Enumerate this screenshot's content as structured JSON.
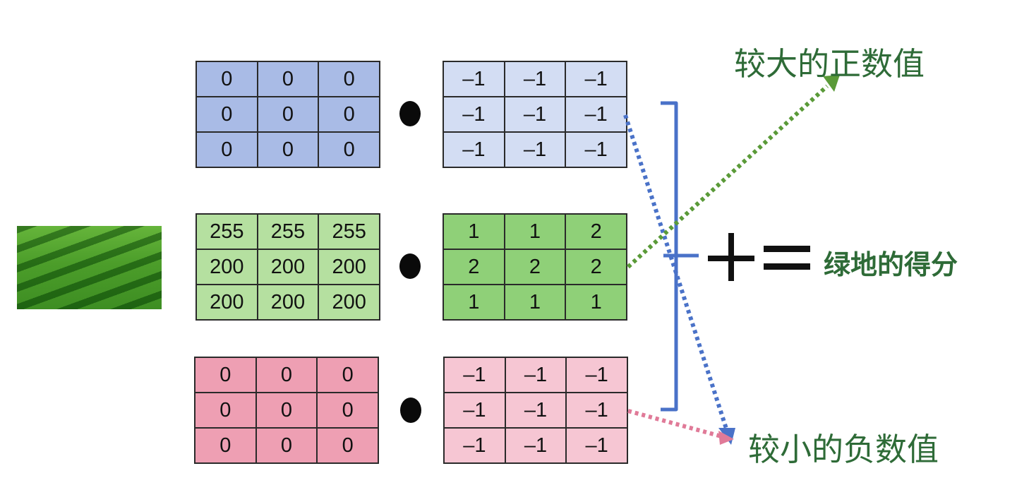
{
  "title": "Convolution filter score for grass region",
  "image": {
    "name": "grass-field-image",
    "alt": "green grass lawn"
  },
  "rows": [
    {
      "channel": "blue",
      "input": [
        [
          "0",
          "0",
          "0"
        ],
        [
          "0",
          "0",
          "0"
        ],
        [
          "0",
          "0",
          "0"
        ]
      ],
      "kernel": [
        [
          "–1",
          "–1",
          "–1"
        ],
        [
          "–1",
          "–1",
          "–1"
        ],
        [
          "–1",
          "–1",
          "–1"
        ]
      ],
      "input_color": "#a9bbe6",
      "kernel_color": "#d3ddf3"
    },
    {
      "channel": "green",
      "input": [
        [
          "255",
          "255",
          "255"
        ],
        [
          "200",
          "200",
          "200"
        ],
        [
          "200",
          "200",
          "200"
        ]
      ],
      "kernel": [
        [
          "1",
          "1",
          "2"
        ],
        [
          "2",
          "2",
          "2"
        ],
        [
          "1",
          "1",
          "1"
        ]
      ],
      "input_color": "#b5e0a0",
      "kernel_color": "#8fd078"
    },
    {
      "channel": "red",
      "input": [
        [
          "0",
          "0",
          "0"
        ],
        [
          "0",
          "0",
          "0"
        ],
        [
          "0",
          "0",
          "0"
        ]
      ],
      "kernel": [
        [
          "–1",
          "–1",
          "–1"
        ],
        [
          "–1",
          "–1",
          "–1"
        ],
        [
          "–1",
          "–1",
          "–1"
        ]
      ],
      "input_color": "#ee9fb3",
      "kernel_color": "#f6c6d3"
    }
  ],
  "operators": {
    "plus": "+",
    "equals": "="
  },
  "labels": {
    "positive": "较大的正数值",
    "negative": "较小的负数值",
    "result": "绿地的得分"
  },
  "colors": {
    "bracket": "#4a72c8",
    "blue_arrow": "#4a72c8",
    "green_arrow": "#5a9a38",
    "pink_arrow": "#e07a98",
    "label_text": "#2e6b37"
  }
}
